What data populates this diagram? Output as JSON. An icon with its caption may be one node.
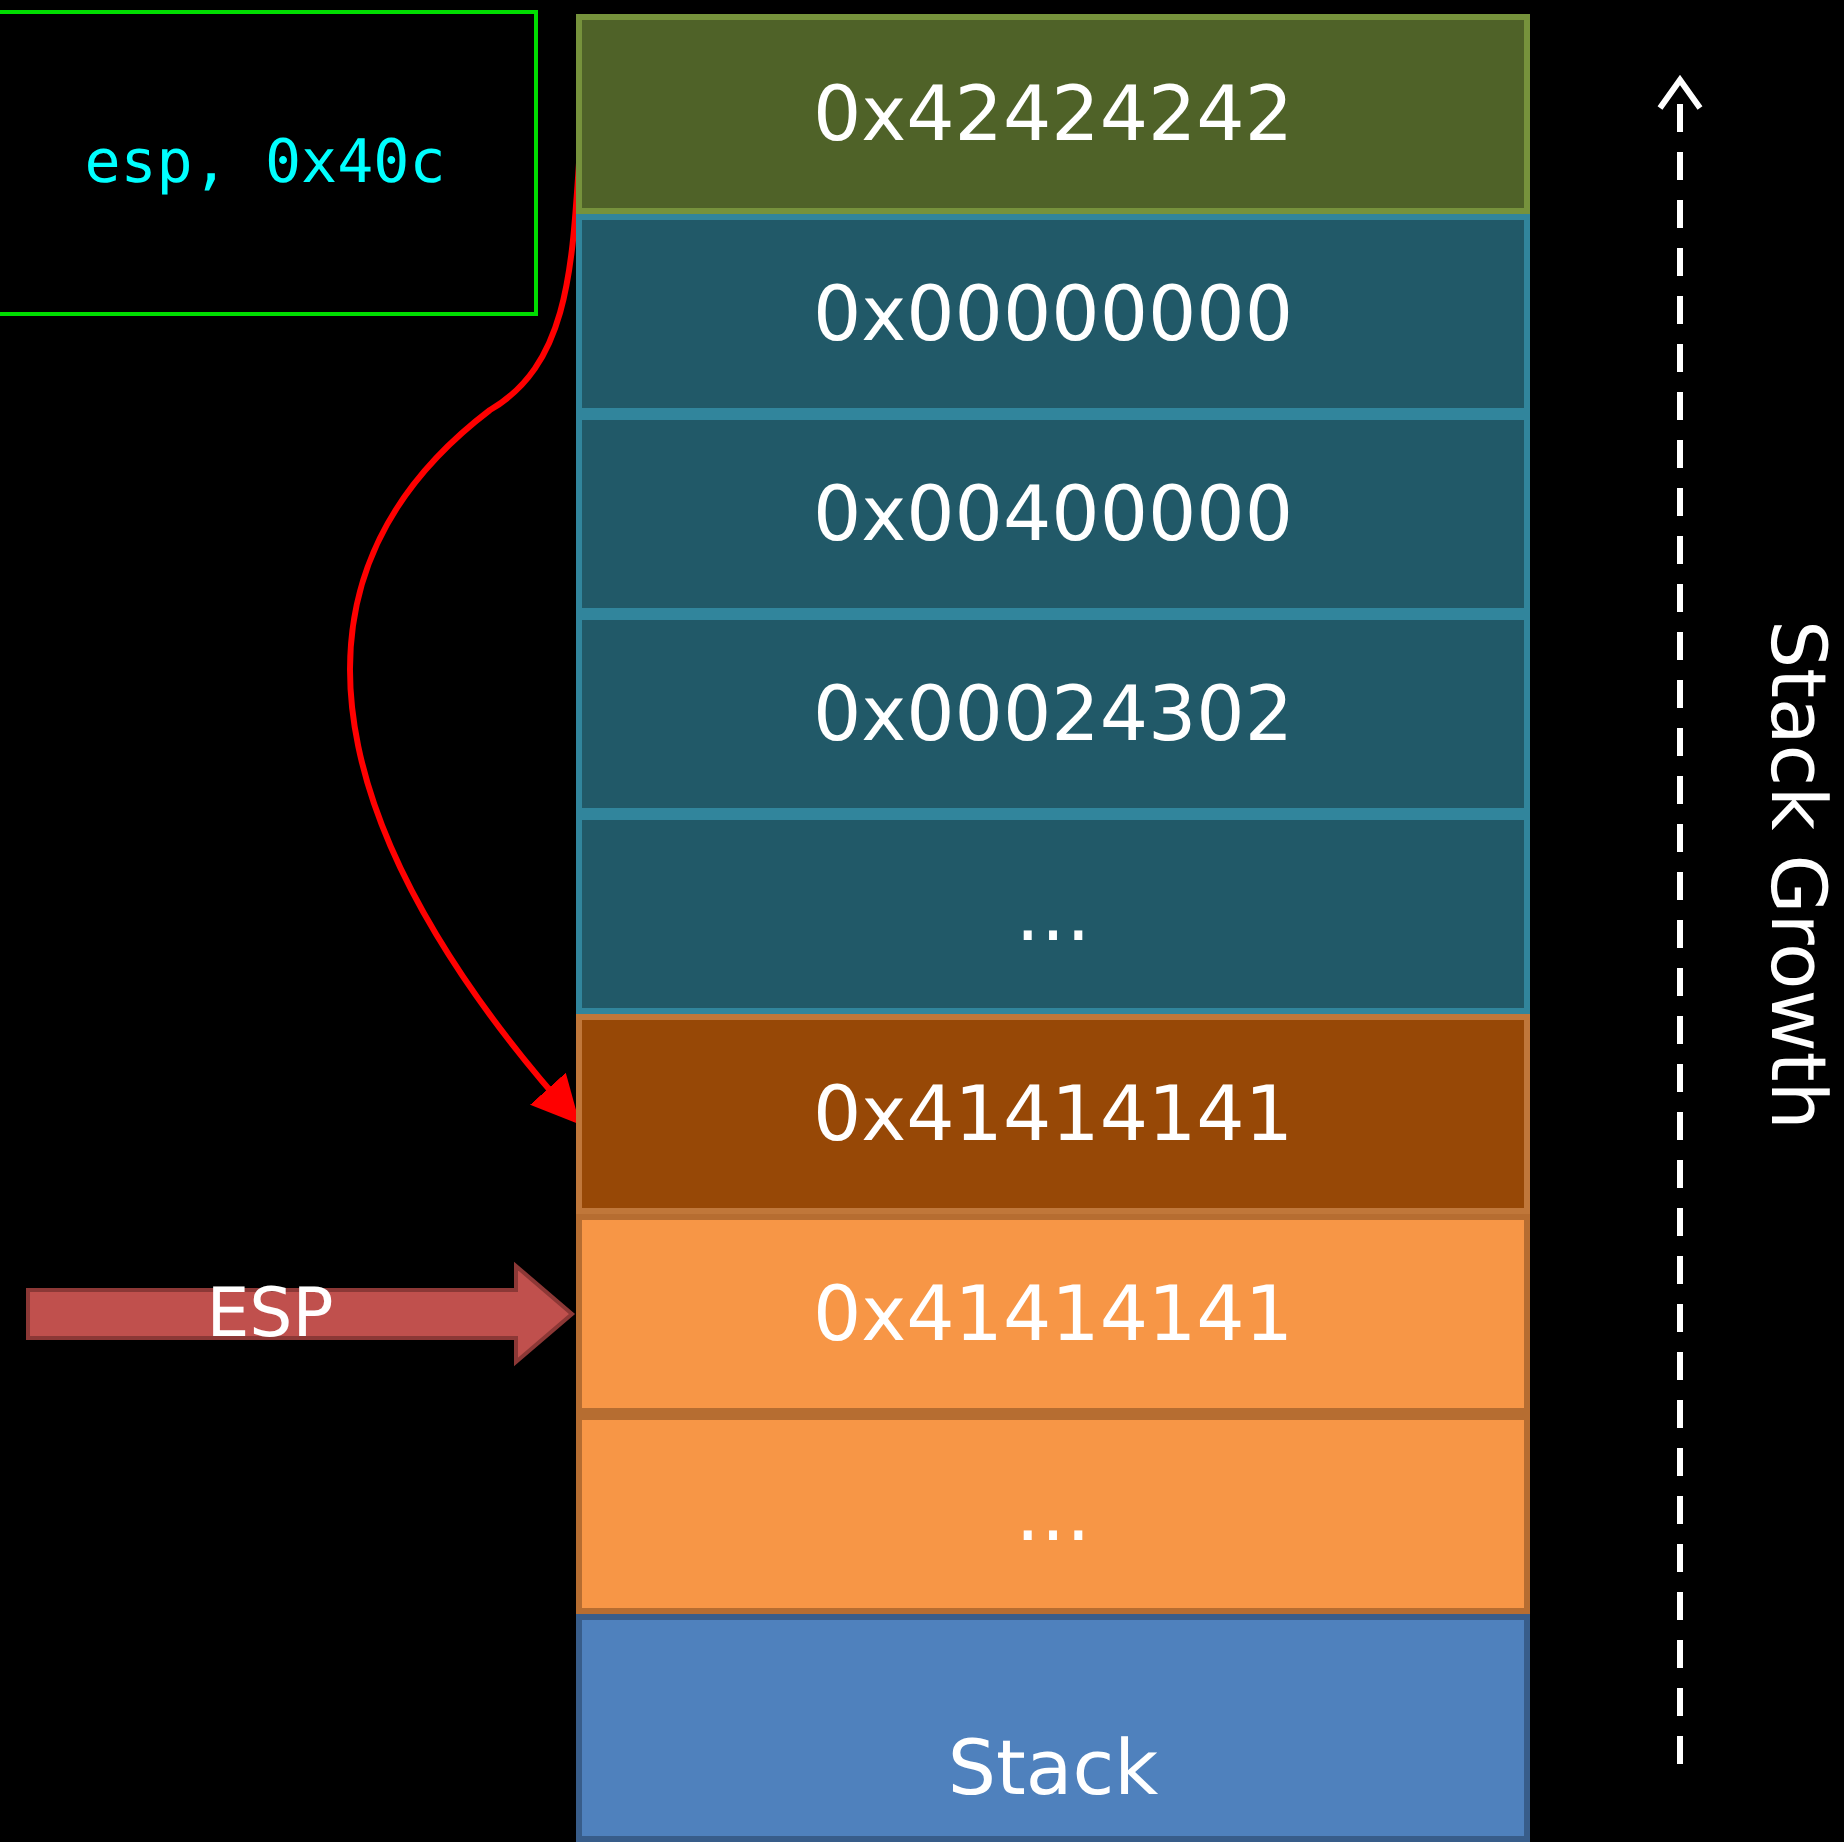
{
  "diagram": {
    "nodes": [
      {
        "text": [
          "esp, 0x40c"
        ]
      },
      {
        "text": [
          "0x42424242"
        ]
      },
      {
        "text": [
          "0x00000000"
        ]
      },
      {
        "text": [
          "0x00400000"
        ]
      },
      {
        "text": [
          "0x00024302"
        ]
      },
      {
        "text": [
          "…"
        ]
      },
      {
        "text": [
          "0x41414141"
        ]
      },
      {
        "text": [
          "0x41414141"
        ]
      },
      {
        "text": [
          "…"
        ]
      },
      {
        "text": [
          "Stack"
        ]
      },
      {
        "text": [
          "ESP"
        ]
      }
    ],
    "edges": [
      {
        "from": 1,
        "to": 6,
        "arrow": "to",
        "color": "#ff0000"
      },
      {
        "from": 10,
        "to": 7,
        "arrow": "to",
        "style": "thick",
        "color": "#c0504d"
      }
    ],
    "labels": [
      "Stack Growth"
    ]
  }
}
